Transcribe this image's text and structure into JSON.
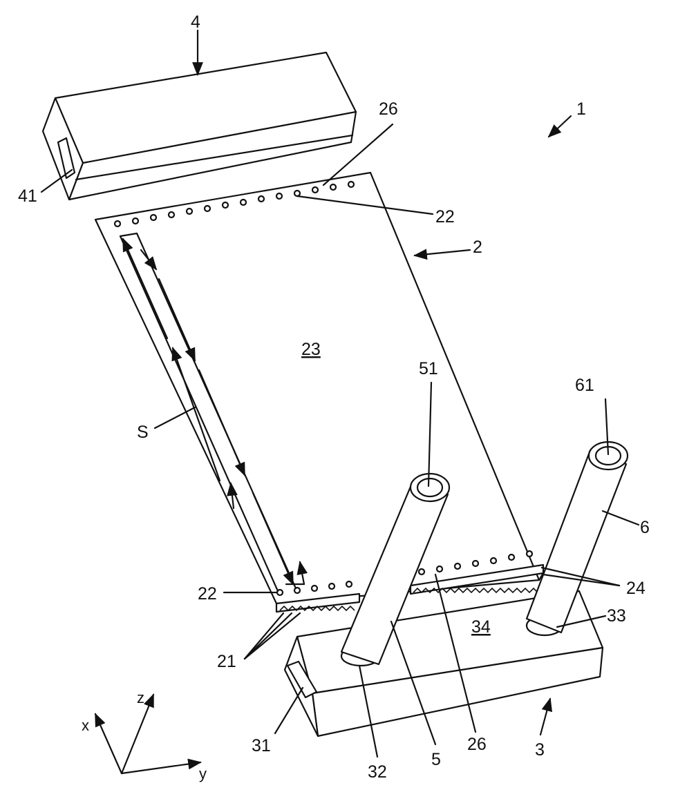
{
  "figure": {
    "labels": {
      "assembly": "1",
      "plate": "2",
      "bottom_header": "3",
      "top_header": "4",
      "pipe_a": "5",
      "pipe_b": "6",
      "slit": "21",
      "hole_row": "22",
      "face": "23",
      "edge_teeth": "24",
      "hole_row_inner": "26",
      "header_slot_bottom": "31",
      "pipe_seat_a": "32",
      "pipe_seat_b": "33",
      "header_face": "34",
      "header_slot_top": "41",
      "pipe_a_bore": "51",
      "pipe_b_bore": "61",
      "flow": "S"
    },
    "axes": {
      "x": "x",
      "y": "y",
      "z": "z"
    }
  }
}
